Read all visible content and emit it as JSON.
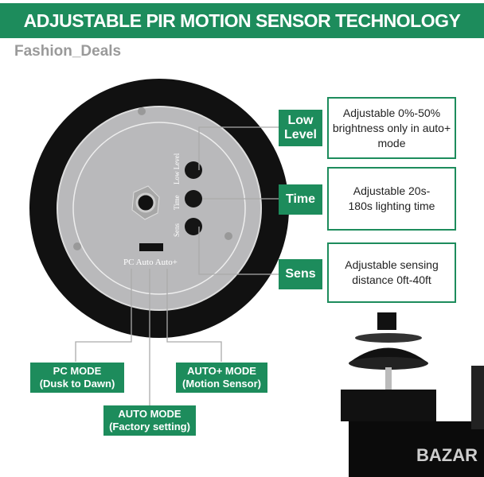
{
  "header": {
    "title": "ADJUSTABLE PIR MOTION SENSOR TECHNOLOGY",
    "watermark": "Fashion_Deals"
  },
  "device": {
    "knob_labels": [
      "Low Level",
      "Time",
      "Sens"
    ],
    "switch_labels": "PC Auto Auto+"
  },
  "callouts": [
    {
      "label": "Low Level",
      "description": "Adjustable 0%-50% brightness only in auto+ mode"
    },
    {
      "label": "Time",
      "description": "Adjustable 20s-180s lighting time"
    },
    {
      "label": "Sens",
      "description": "Adjustable sensing distance 0ft-40ft"
    }
  ],
  "modes": [
    {
      "title": "PC MODE",
      "subtitle": "(Dusk to Dawn)"
    },
    {
      "title": "AUTO MODE",
      "subtitle": "(Factory setting)"
    },
    {
      "title": "AUTO+ MODE",
      "subtitle": "(Motion Sensor)"
    }
  ],
  "bottom_watermark": "BAZAR",
  "colors": {
    "accent": "#1d8c5c"
  }
}
